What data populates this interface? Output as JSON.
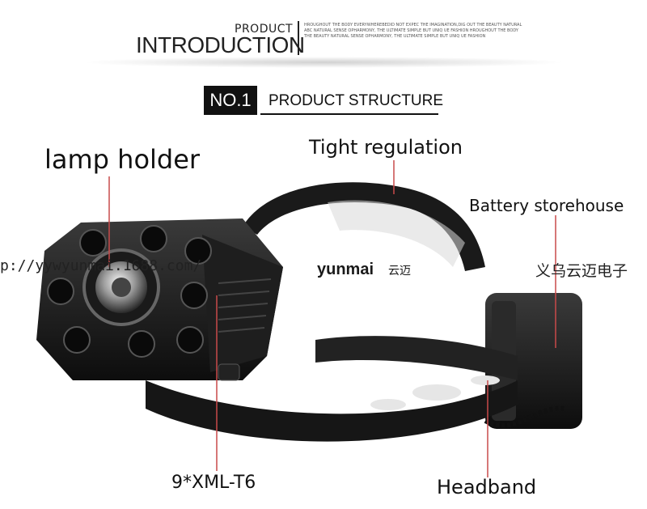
{
  "header": {
    "product": "PRODUCT",
    "introduction": "INTRODUCTION",
    "small_lines": [
      "HROUGHOUT THE BODY EVERYWHEREBEDID NOT EXPEC THE IMAGINATION,DIG OUT THE BEAUTY NATURAL",
      "ABC NATURAL SENSE OPHARMONY, THE ULTIMATE SIMPLE BUT UNIQ UE FASHION HROUGHOUT THE BODY",
      "THE BEAUTY NATURAL SENSE OPHARMONY, THE ULTIMATE SIMPLE BUT UNIQ UE FASHION"
    ]
  },
  "section": {
    "number": "NO.1",
    "title": "PRODUCT STRUCTURE"
  },
  "labels": {
    "lamp_holder": "lamp holder",
    "tight_regulation": "Tight regulation",
    "battery_storehouse": "Battery storehouse",
    "led": "9*XML-T6",
    "headband": "Headband"
  },
  "watermark": {
    "url": "p://yywyunmai.1688.com/",
    "cn": "义乌云迈电子",
    "brand": "yunmai",
    "brand_cn": "云迈"
  }
}
